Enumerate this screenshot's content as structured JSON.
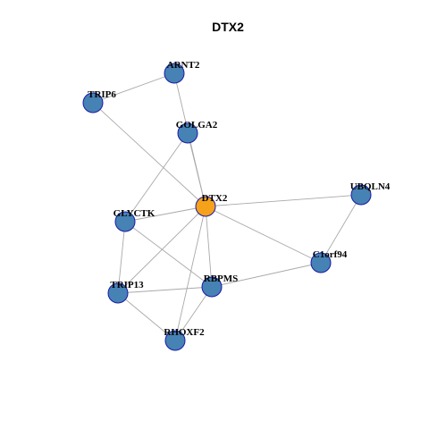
{
  "title": "DTX2",
  "colors": {
    "center_node": "#F5A11A",
    "neighbor_node": "#4682B4",
    "node_border": "#1a1aa6",
    "edge": "#a9a9a9"
  },
  "nodes": [
    {
      "id": "ARNT2",
      "label": "ARNT2",
      "type": "neighbor"
    },
    {
      "id": "TRIP6",
      "label": "TRIP6",
      "type": "neighbor"
    },
    {
      "id": "GOLGA2",
      "label": "GOLGA2",
      "type": "neighbor"
    },
    {
      "id": "DTX2",
      "label": "DTX2",
      "type": "center"
    },
    {
      "id": "UBQLN4",
      "label": "UBQLN4",
      "type": "neighbor"
    },
    {
      "id": "GLYCTK",
      "label": "GLYCTK",
      "type": "neighbor"
    },
    {
      "id": "C1orf94",
      "label": "C1orf94",
      "type": "neighbor"
    },
    {
      "id": "RBPMS",
      "label": "RBPMS",
      "type": "neighbor"
    },
    {
      "id": "TRIP13",
      "label": "TRIP13",
      "type": "neighbor"
    },
    {
      "id": "RHOXF2",
      "label": "RHOXF2",
      "type": "neighbor"
    }
  ],
  "edges": [
    [
      "ARNT2",
      "TRIP6"
    ],
    [
      "ARNT2",
      "DTX2"
    ],
    [
      "TRIP6",
      "DTX2"
    ],
    [
      "GOLGA2",
      "DTX2"
    ],
    [
      "GOLGA2",
      "GLYCTK"
    ],
    [
      "DTX2",
      "UBQLN4"
    ],
    [
      "DTX2",
      "GLYCTK"
    ],
    [
      "DTX2",
      "C1orf94"
    ],
    [
      "DTX2",
      "RBPMS"
    ],
    [
      "DTX2",
      "TRIP13"
    ],
    [
      "DTX2",
      "RHOXF2"
    ],
    [
      "UBQLN4",
      "C1orf94"
    ],
    [
      "GLYCTK",
      "RBPMS"
    ],
    [
      "GLYCTK",
      "TRIP13"
    ],
    [
      "C1orf94",
      "RBPMS"
    ],
    [
      "RBPMS",
      "TRIP13"
    ],
    [
      "RBPMS",
      "RHOXF2"
    ],
    [
      "TRIP13",
      "RHOXF2"
    ]
  ]
}
